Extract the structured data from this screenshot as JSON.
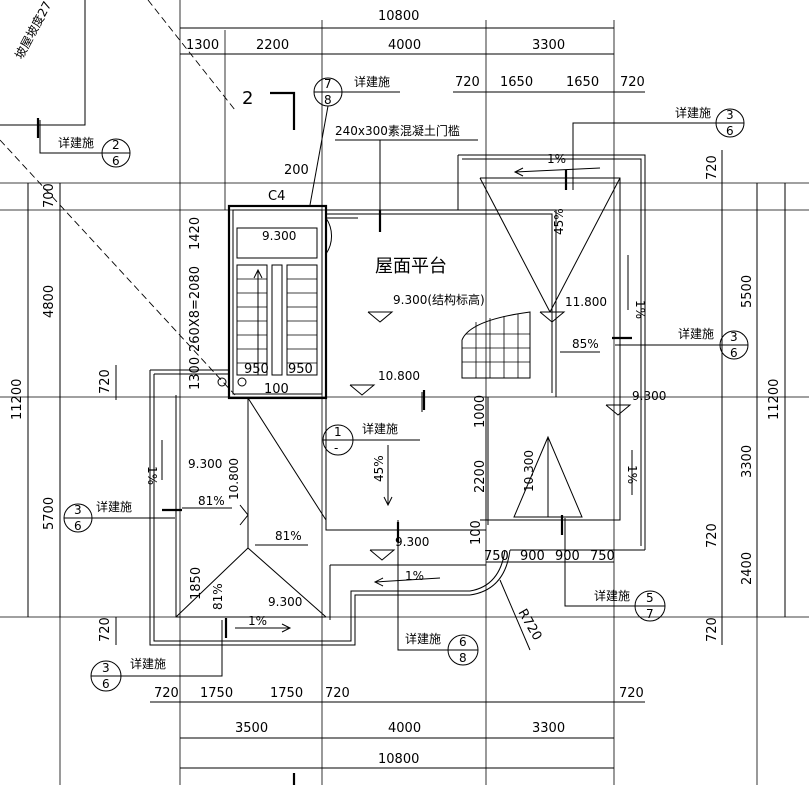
{
  "dims": {
    "top_total": "10800",
    "top_segments": [
      "1300",
      "2200",
      "4000",
      "3300"
    ],
    "top_right_segments": [
      "720",
      "1650",
      "1650",
      "720"
    ],
    "bottom_segments_a": [
      "720",
      "1750",
      "1750",
      "720",
      "720"
    ],
    "bottom_segments_b": [
      "3500",
      "4000",
      "3300"
    ],
    "bottom_total": "10800",
    "left_total": "11200",
    "left_segments": [
      "700",
      "4800",
      "5700",
      "720"
    ],
    "left_small": "720",
    "right_total": "11200",
    "right_segments": [
      "720",
      "5500",
      "3300",
      "2400",
      "720",
      "720"
    ],
    "stair_width": "1420",
    "stair_run": "260X8=2080",
    "stair_extra": "1300",
    "stair_bottom": [
      "950",
      "950",
      "100"
    ],
    "door_offset": "200",
    "inner_vertical": [
      "1000",
      "2200",
      "100"
    ],
    "inner_bottom": [
      "750",
      "900",
      "900",
      "750"
    ],
    "r_left": "1850",
    "radius": "R720"
  },
  "labels": {
    "title": "屋面平台",
    "beam_note": "240x300素混凝土门槛",
    "elev_9300_struct": "9.300(结构标高)",
    "slope_note": "坡屋坡度27",
    "window": "C4",
    "section_mark": "2",
    "detail_word": "详建施"
  },
  "elevations": [
    "9.300",
    "9.300",
    "10.800",
    "11.800",
    "9.300",
    "9.300",
    "9.300",
    "9.300",
    "10.800",
    "10.300"
  ],
  "slopes": [
    "1%",
    "45%",
    "85%",
    "1%",
    "45%",
    "1%",
    "81%",
    "81%",
    "1%",
    "81%",
    "1%",
    "1%"
  ],
  "details": [
    {
      "top": "7",
      "bottom": "8"
    },
    {
      "top": "2",
      "bottom": "6"
    },
    {
      "top": "3",
      "bottom": "6"
    },
    {
      "top": "3",
      "bottom": "6"
    },
    {
      "top": "3",
      "bottom": "6"
    },
    {
      "top": "1",
      "bottom": "-"
    },
    {
      "top": "3",
      "bottom": "6"
    },
    {
      "top": "6",
      "bottom": "8"
    },
    {
      "top": "5",
      "bottom": "7"
    }
  ]
}
